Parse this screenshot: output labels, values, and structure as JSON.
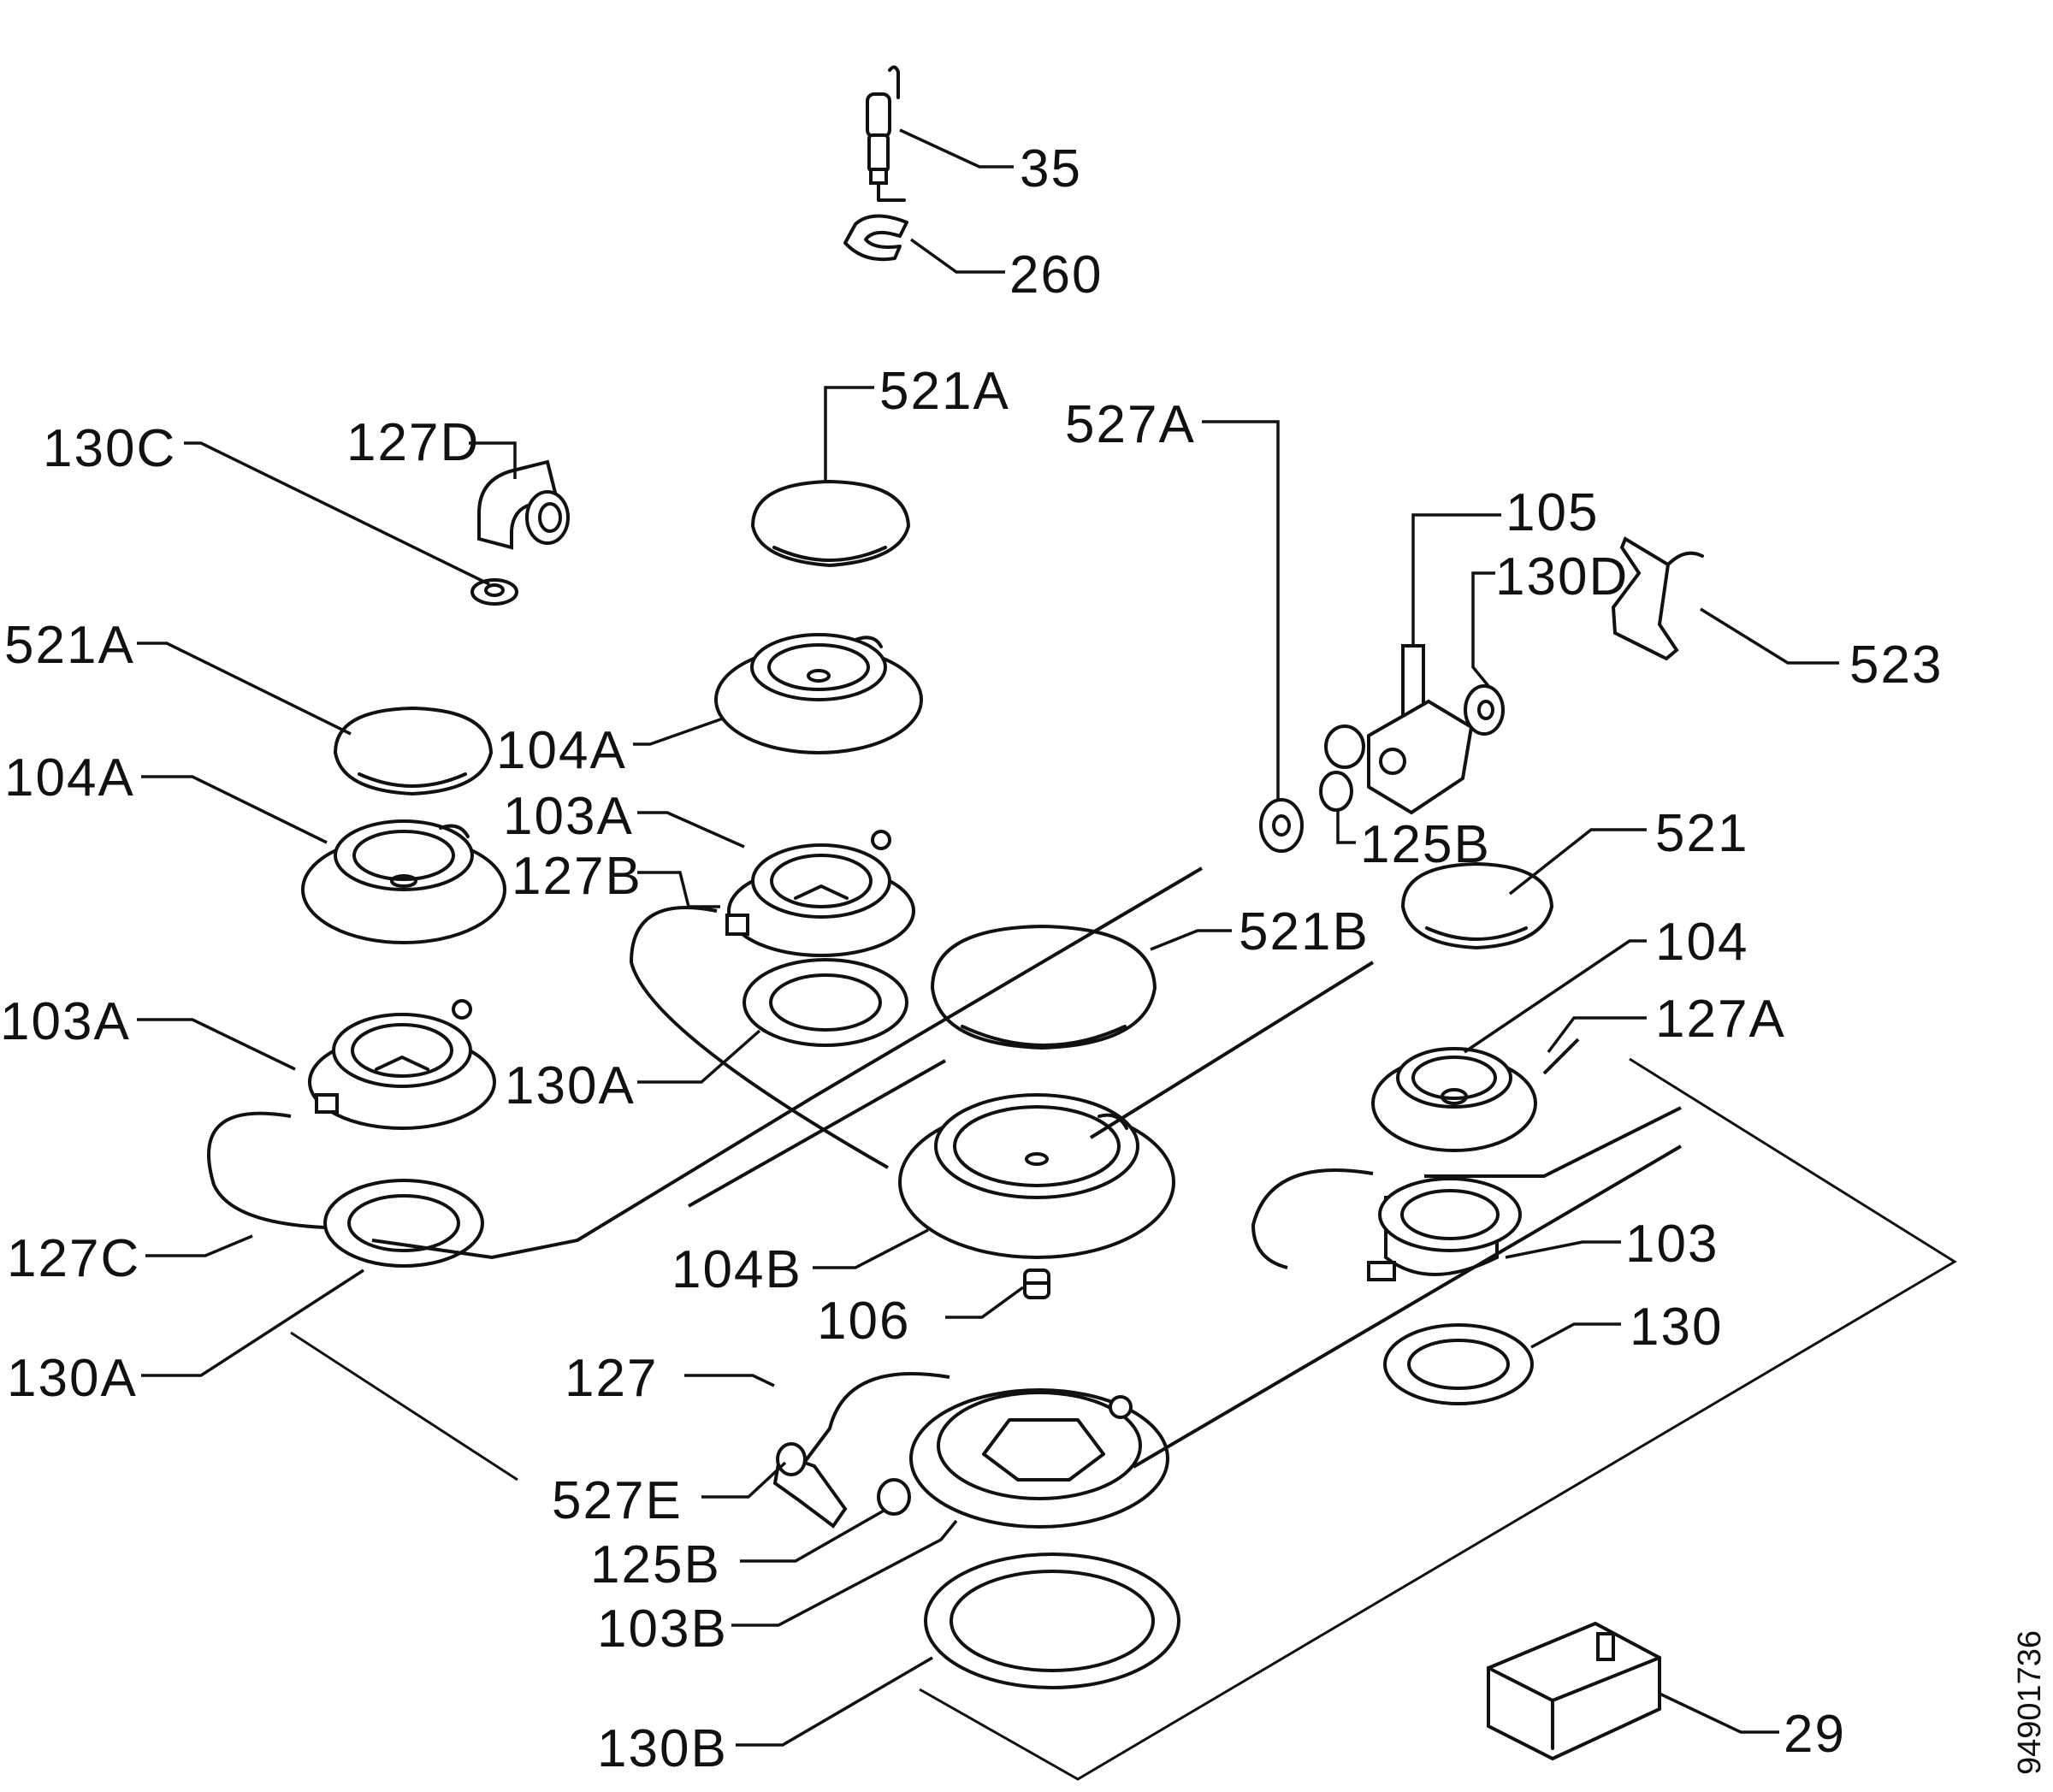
{
  "document_id": "94901736",
  "callouts": [
    {
      "id": "c35",
      "text": "35"
    },
    {
      "id": "c260",
      "text": "260"
    },
    {
      "id": "c521A_top",
      "text": "521A"
    },
    {
      "id": "c527A",
      "text": "527A"
    },
    {
      "id": "c130C",
      "text": "130C"
    },
    {
      "id": "c127D",
      "text": "127D"
    },
    {
      "id": "c105",
      "text": "105"
    },
    {
      "id": "c130D",
      "text": "130D"
    },
    {
      "id": "c523",
      "text": "523"
    },
    {
      "id": "c521A_left",
      "text": "521A"
    },
    {
      "id": "c104A_mid",
      "text": "104A"
    },
    {
      "id": "c104A_left",
      "text": "104A"
    },
    {
      "id": "c103A_mid",
      "text": "103A"
    },
    {
      "id": "c125B_top",
      "text": "125B"
    },
    {
      "id": "c127B",
      "text": "127B"
    },
    {
      "id": "c521",
      "text": "521"
    },
    {
      "id": "c521B",
      "text": "521B"
    },
    {
      "id": "c104",
      "text": "104"
    },
    {
      "id": "c103A_left",
      "text": "103A"
    },
    {
      "id": "c127A",
      "text": "127A"
    },
    {
      "id": "c130A_mid",
      "text": "130A"
    },
    {
      "id": "c103",
      "text": "103"
    },
    {
      "id": "c127C",
      "text": "127C"
    },
    {
      "id": "c104B",
      "text": "104B"
    },
    {
      "id": "c106",
      "text": "106"
    },
    {
      "id": "c130",
      "text": "130"
    },
    {
      "id": "c130A_left",
      "text": "130A"
    },
    {
      "id": "c127",
      "text": "127"
    },
    {
      "id": "c527E",
      "text": "527E"
    },
    {
      "id": "c125B_bottom",
      "text": "125B"
    },
    {
      "id": "c103B",
      "text": "103B"
    },
    {
      "id": "c29",
      "text": "29"
    },
    {
      "id": "c130B",
      "text": "130B"
    }
  ]
}
